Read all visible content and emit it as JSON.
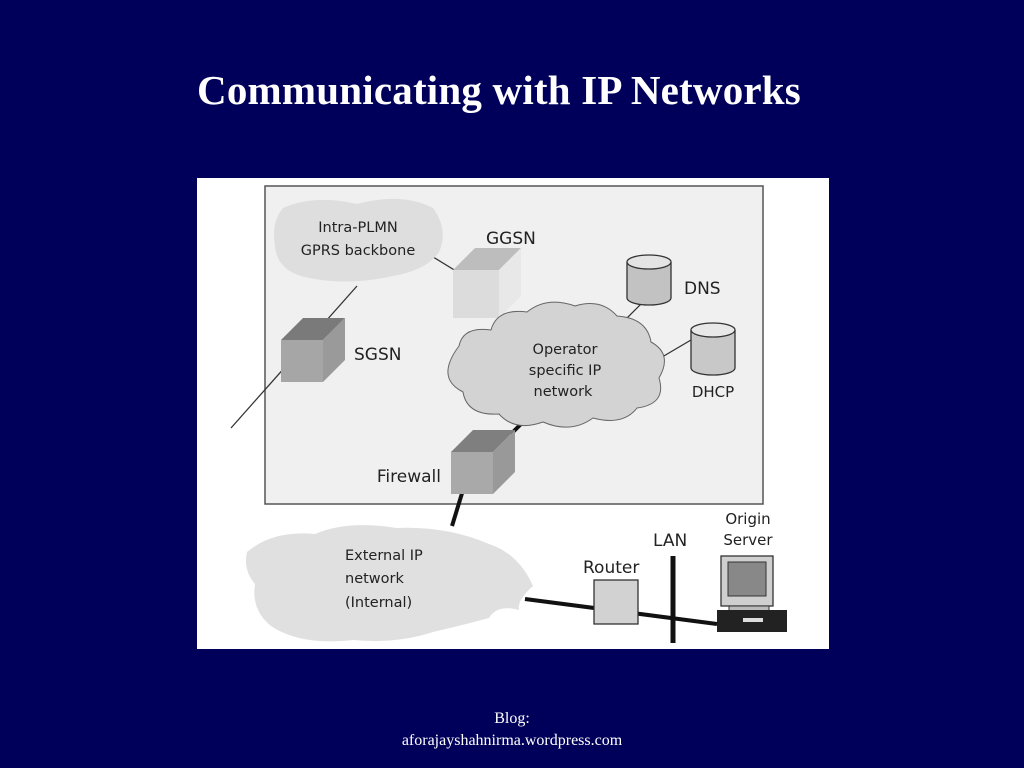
{
  "slide": {
    "title": "Communicating with IP Networks"
  },
  "diagram": {
    "nodes": {
      "intra_plmn_line1": "Intra-PLMN",
      "intra_plmn_line2": "GPRS backbone",
      "ggsn": "GGSN",
      "sgsn": "SGSN",
      "dns": "DNS",
      "dhcp": "DHCP",
      "operator_line1": "Operator",
      "operator_line2": "specific IP",
      "operator_line3": "network",
      "firewall": "Firewall",
      "external_line1": "External IP",
      "external_line2": "network",
      "external_line3": "(Internal)",
      "router": "Router",
      "lan": "LAN",
      "origin_line1": "Origin",
      "origin_line2": "Server"
    }
  },
  "footer": {
    "line1": "Blog:",
    "line2": "aforajayshahnirma.wordpress.com"
  }
}
